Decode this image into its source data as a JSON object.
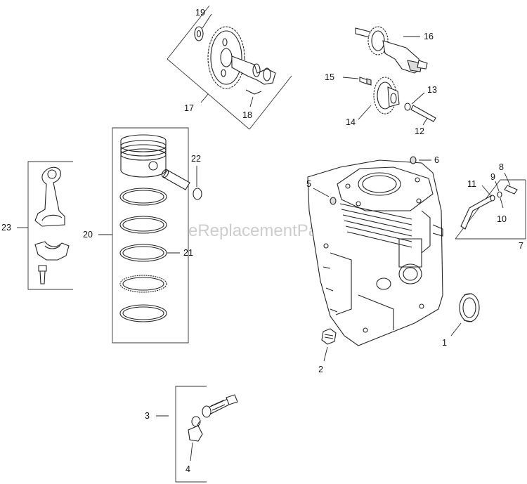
{
  "watermark": "eReplacementParts.com",
  "callouts": {
    "c1": "1",
    "c2": "2",
    "c3": "3",
    "c4": "4",
    "c5": "5",
    "c6": "6",
    "c7": "7",
    "c8": "8",
    "c9": "9",
    "c10": "10",
    "c11": "11",
    "c12": "12",
    "c13": "13",
    "c14": "14",
    "c15": "15",
    "c16": "16",
    "c17": "17",
    "c18": "18",
    "c19": "19",
    "c20": "20",
    "c21": "21",
    "c22": "22",
    "c23": "23"
  },
  "colors": {
    "line": "#222222",
    "watermark": "#bdbdbd",
    "background": "#ffffff"
  }
}
